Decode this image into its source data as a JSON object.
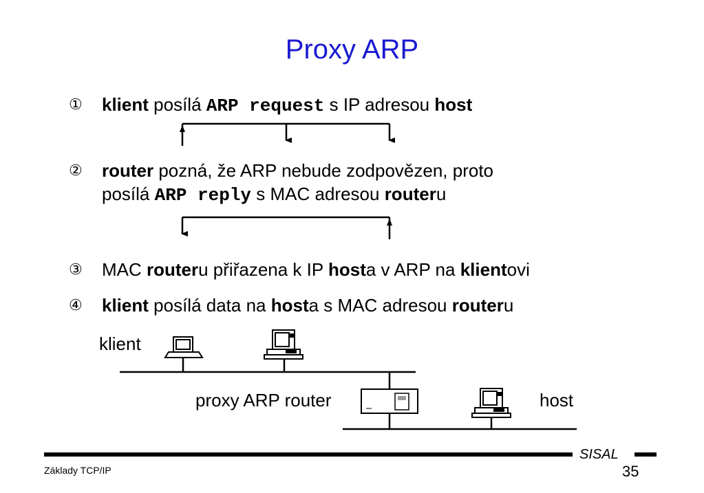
{
  "title": "Proxy ARP",
  "steps": [
    {
      "marker": "①",
      "parts": [
        {
          "t": "klient",
          "s": "b"
        },
        {
          "t": " posílá ",
          "s": ""
        },
        {
          "t": "ARP request",
          "s": "mono"
        },
        {
          "t": " s IP adresou ",
          "s": ""
        },
        {
          "t": "host",
          "s": "b"
        }
      ]
    },
    {
      "marker": "②",
      "lines": [
        [
          {
            "t": "router",
            "s": "b"
          },
          {
            "t": " pozná, že ARP nebude zodpovězen, proto",
            "s": ""
          }
        ],
        [
          {
            "t": "posílá ",
            "s": ""
          },
          {
            "t": "ARP reply",
            "s": "mono"
          },
          {
            "t": " s MAC adresou ",
            "s": ""
          },
          {
            "t": "router",
            "s": "b"
          },
          {
            "t": "u",
            "s": ""
          }
        ]
      ]
    },
    {
      "marker": "③",
      "parts": [
        {
          "t": "MAC ",
          "s": ""
        },
        {
          "t": "router",
          "s": "b"
        },
        {
          "t": "u přiřazena k IP ",
          "s": ""
        },
        {
          "t": "host",
          "s": "b"
        },
        {
          "t": "a v ARP na ",
          "s": ""
        },
        {
          "t": "klient",
          "s": "b"
        },
        {
          "t": "ovi",
          "s": ""
        }
      ]
    },
    {
      "marker": "④",
      "parts": [
        {
          "t": "klient",
          "s": "b"
        },
        {
          "t": " posílá data na ",
          "s": ""
        },
        {
          "t": "host",
          "s": "b"
        },
        {
          "t": "a s MAC adresou ",
          "s": ""
        },
        {
          "t": "router",
          "s": "b"
        },
        {
          "t": "u",
          "s": ""
        }
      ]
    }
  ],
  "diagram": {
    "label_klient": "klient",
    "label_router": "proxy ARP router",
    "label_host": "host"
  },
  "footer": {
    "left": "Základy TCP/IP",
    "brand": "SISAL",
    "page": "35"
  }
}
